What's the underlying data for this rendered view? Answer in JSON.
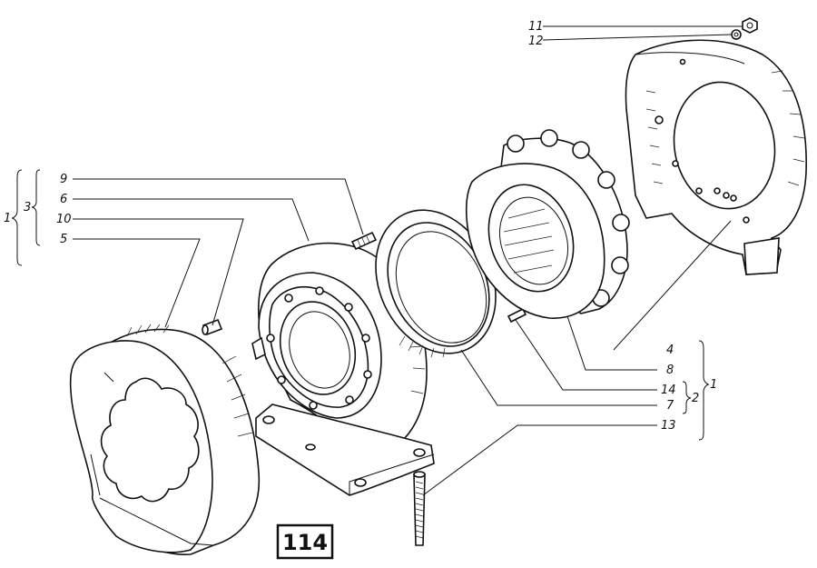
{
  "figure": {
    "number": "114"
  },
  "callouts": [
    {
      "id": "11",
      "text": "11"
    },
    {
      "id": "12",
      "text": "12"
    },
    {
      "id": "9",
      "text": "9"
    },
    {
      "id": "6",
      "text": "6"
    },
    {
      "id": "10",
      "text": "10"
    },
    {
      "id": "5",
      "text": "5"
    },
    {
      "id": "4",
      "text": "4"
    },
    {
      "id": "8",
      "text": "8"
    },
    {
      "id": "14",
      "text": "14"
    },
    {
      "id": "7",
      "text": "7"
    },
    {
      "id": "13",
      "text": "13"
    }
  ],
  "groups": {
    "left_outer": "1",
    "left_inner": "3",
    "right_inner": "2",
    "right_outer": "1"
  }
}
